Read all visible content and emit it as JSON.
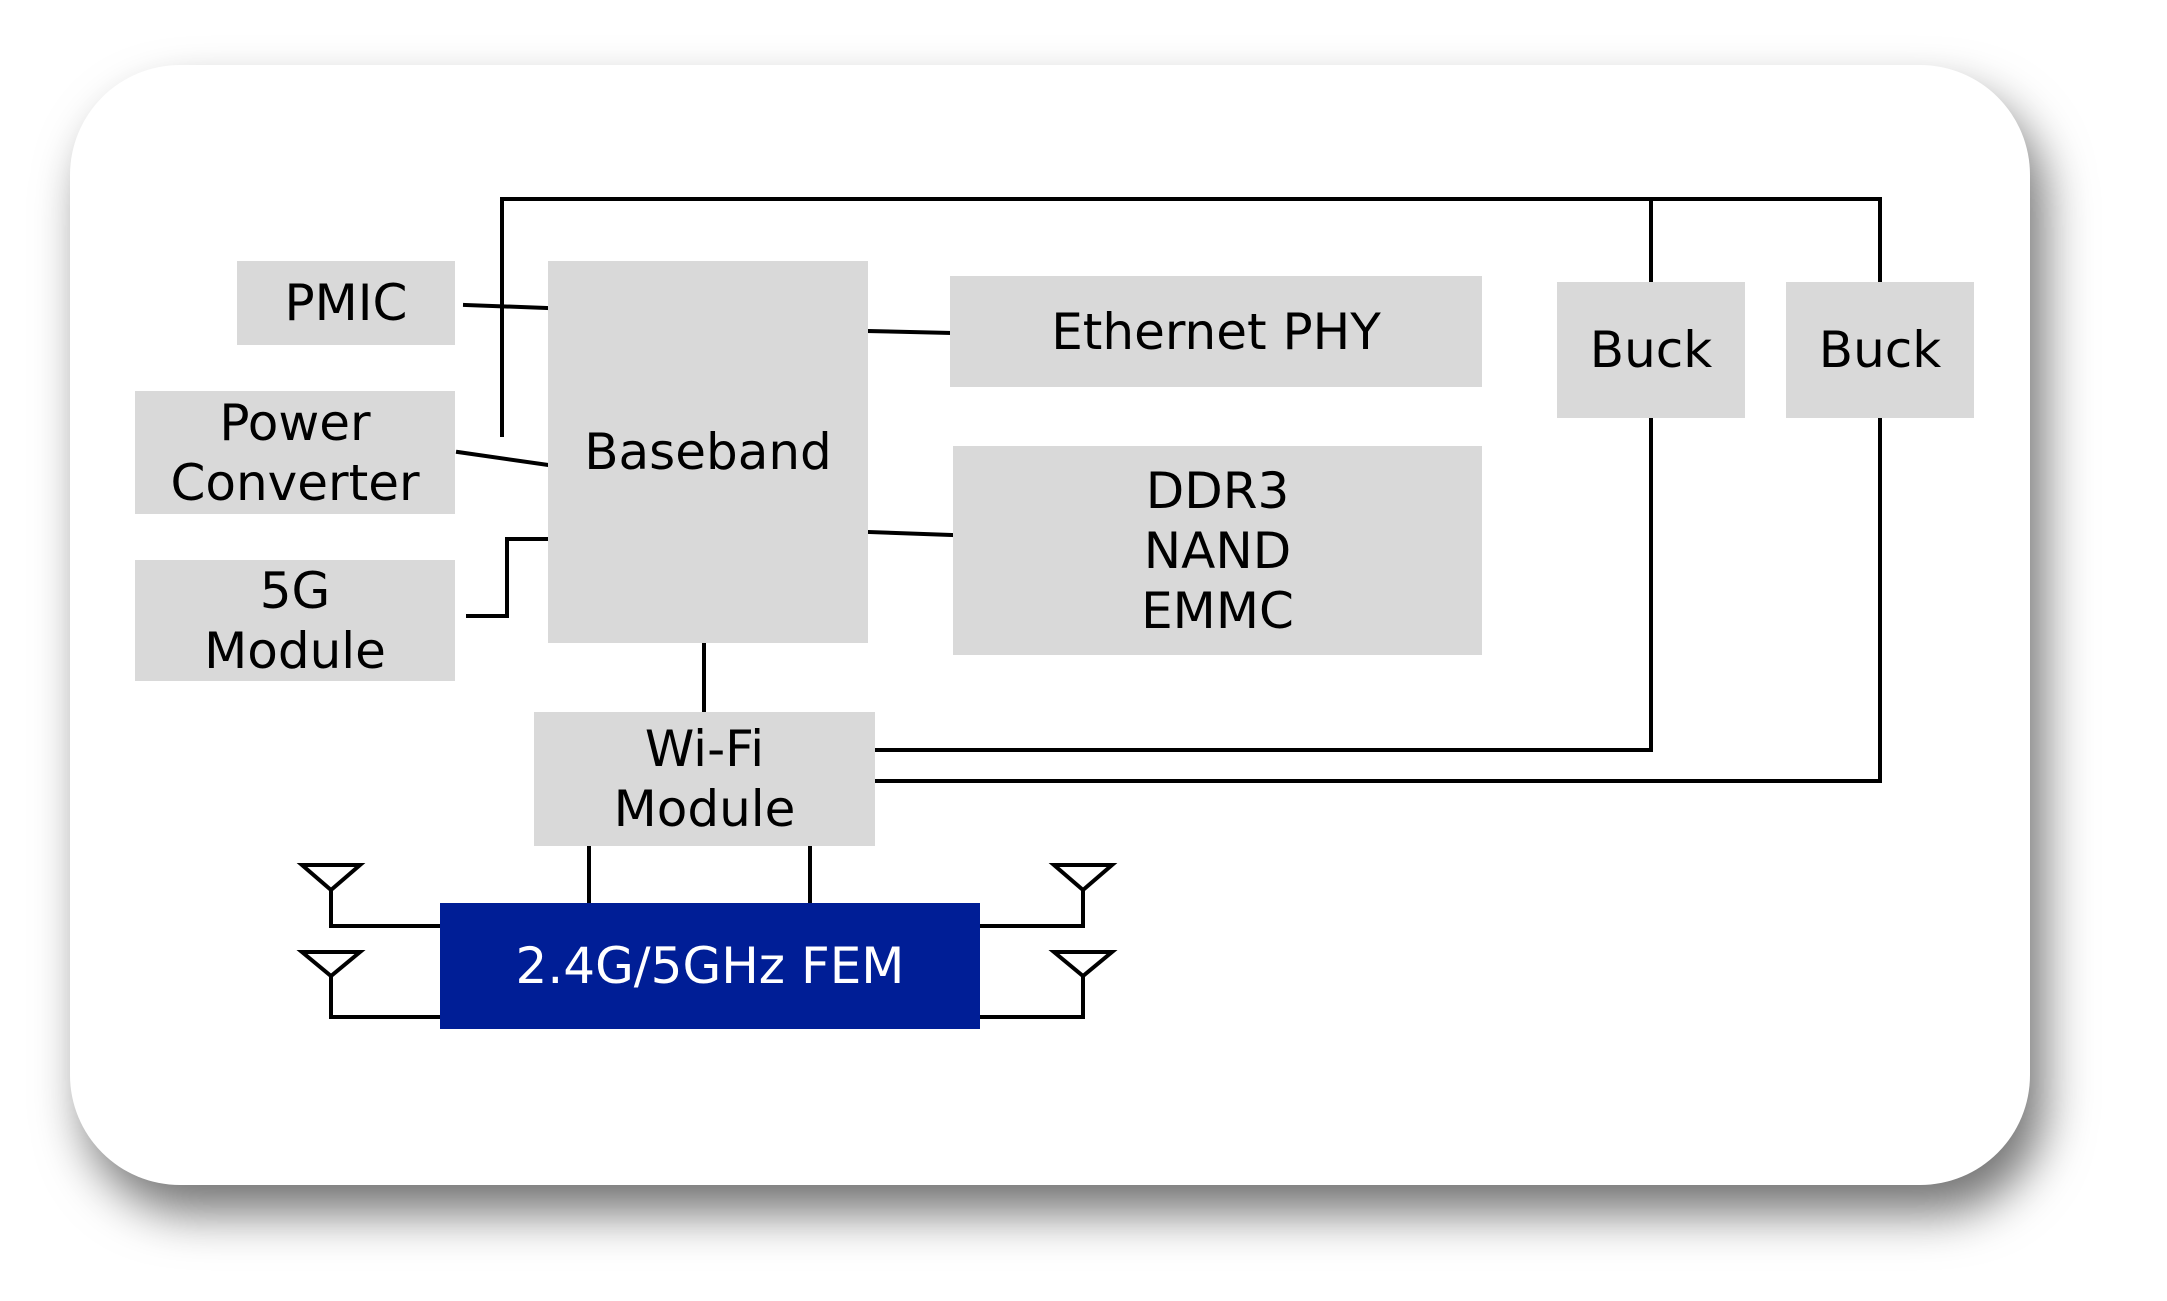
{
  "diagram": {
    "colors": {
      "block_fill": "#d9d9d9",
      "fem_fill": "#001e96",
      "wire": "#000000"
    },
    "blocks": {
      "pmic": {
        "lines": [
          "PMIC"
        ]
      },
      "power_converter": {
        "lines": [
          "Power",
          "Converter"
        ]
      },
      "module_5g": {
        "lines": [
          "5G",
          "Module"
        ]
      },
      "baseband": {
        "lines": [
          "Baseband"
        ]
      },
      "ethernet_phy": {
        "lines": [
          "Ethernet PHY"
        ]
      },
      "memory": {
        "lines": [
          "DDR3",
          "NAND",
          "EMMC"
        ]
      },
      "buck_1": {
        "lines": [
          "Buck"
        ]
      },
      "buck_2": {
        "lines": [
          "Buck"
        ]
      },
      "wifi_module": {
        "lines": [
          "Wi-Fi",
          "Module"
        ]
      },
      "fem": {
        "lines": [
          "2.4G/5GHz FEM"
        ]
      }
    },
    "antennas": [
      {
        "name": "antenna-left-top",
        "icon": "antenna-icon"
      },
      {
        "name": "antenna-left-bottom",
        "icon": "antenna-icon"
      },
      {
        "name": "antenna-right-top",
        "icon": "antenna-icon"
      },
      {
        "name": "antenna-right-bottom",
        "icon": "antenna-icon"
      }
    ]
  }
}
